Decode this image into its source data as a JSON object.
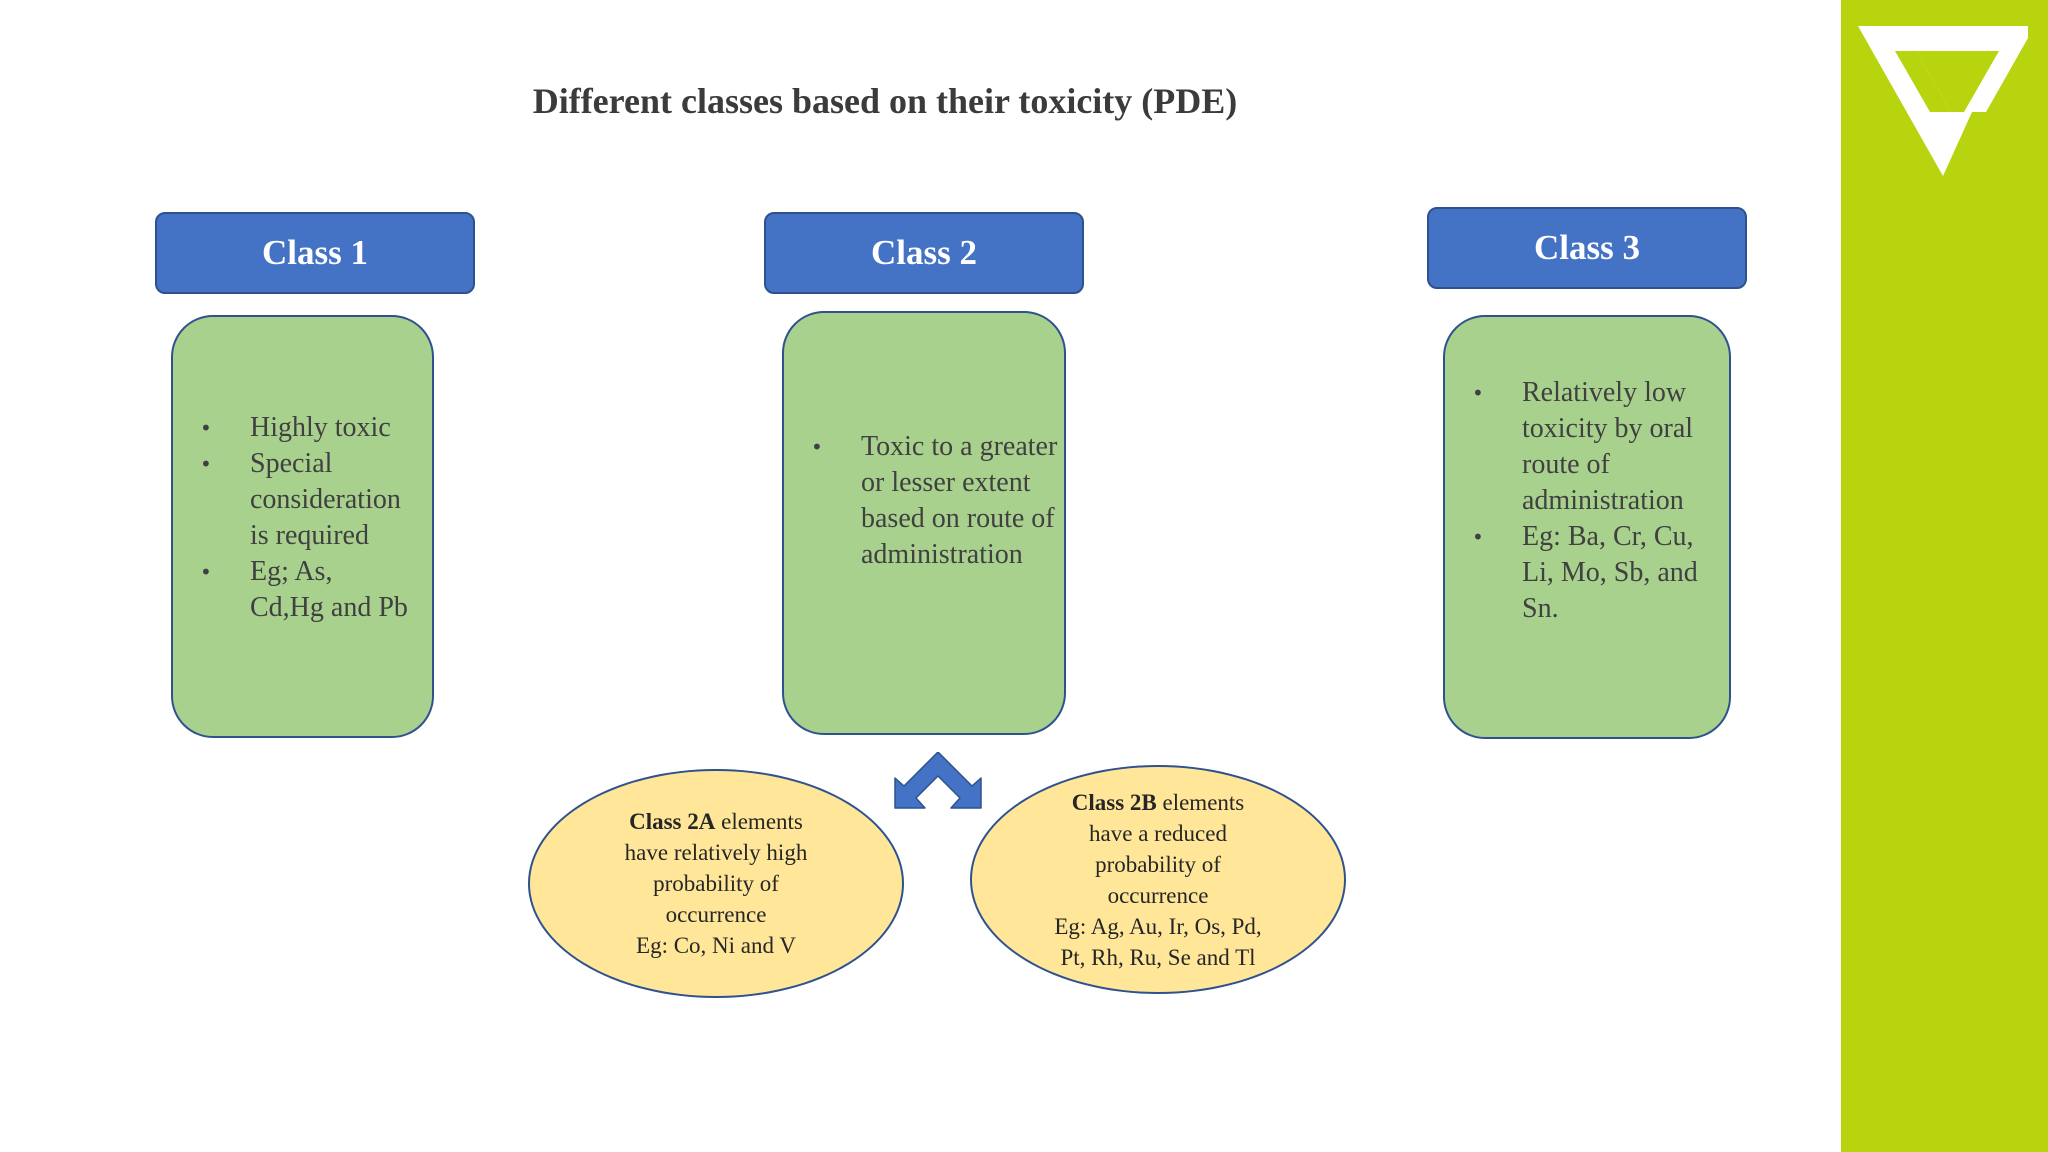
{
  "title": "Different classes based on their toxicity (PDE)",
  "colors": {
    "header_fill": "#4472c4",
    "box_fill": "#a9d18e",
    "subclass_fill": "#ffe699",
    "outline": "#2f528f",
    "brand_bar": "#b8d40f"
  },
  "logo": {
    "icon": "brand-logo-icon"
  },
  "classes": [
    {
      "label": "Class 1",
      "bullets": [
        "Highly toxic",
        "Special consideration is required",
        "Eg; As, Cd,Hg and Pb"
      ]
    },
    {
      "label": "Class 2",
      "bullets": [
        "Toxic to a greater or lesser extent based on route of administration"
      ]
    },
    {
      "label": "Class 3",
      "bullets": [
        "Relatively low toxicity by oral route of administration",
        "Eg: Ba, Cr, Cu, Li, Mo, Sb, and Sn."
      ]
    }
  ],
  "arrow": {
    "icon": "split-arrow-icon"
  },
  "subclasses": [
    {
      "name": "Class 2A",
      "lines": [
        "elements",
        "have relatively high",
        "probability of",
        "occurrence",
        "Eg: Co, Ni and V"
      ]
    },
    {
      "name": "Class 2B",
      "lines": [
        "elements",
        "have a reduced",
        "probability of",
        "occurrence",
        "Eg: Ag, Au, Ir, Os, Pd,",
        "Pt, Rh, Ru, Se and Tl"
      ]
    }
  ]
}
